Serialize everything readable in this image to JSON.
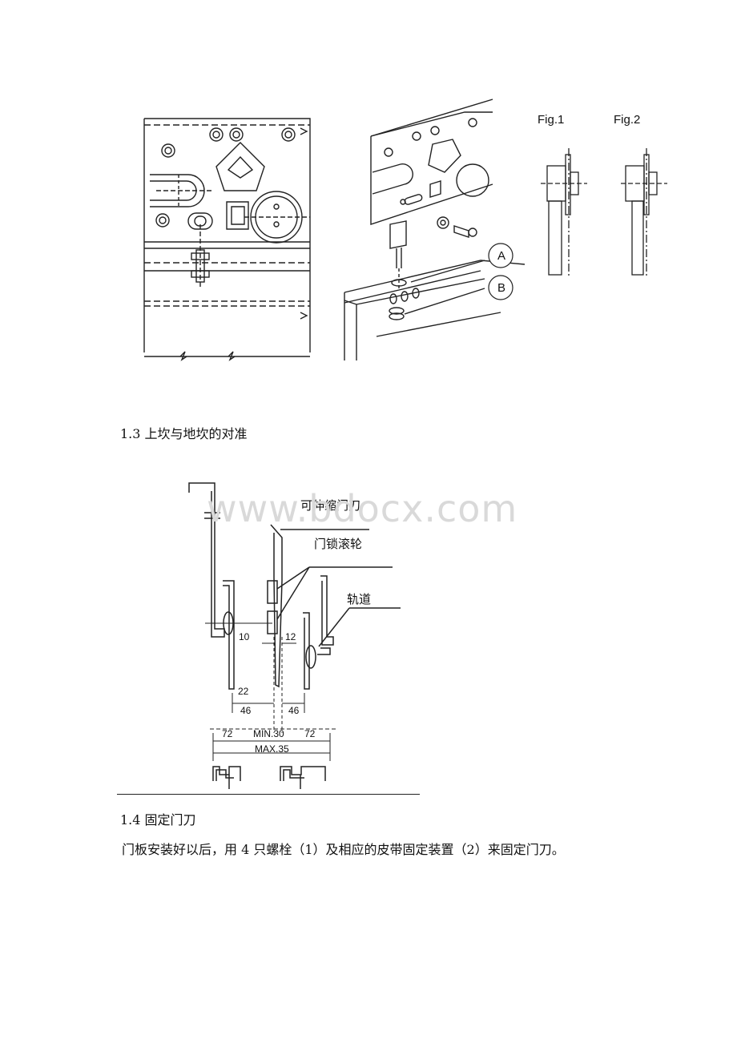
{
  "figure1": {
    "fig1_label": "Fig.1",
    "fig2_label": "Fig.2",
    "callout_a": "A",
    "callout_b": "B"
  },
  "section_1_3": {
    "heading": "1.3 上坎与地坎的对准"
  },
  "figure2": {
    "label_retractable_knife": "可伸缩门刀",
    "label_lock_roller": "门锁滚轮",
    "label_track": "轨道",
    "dim_10": "10",
    "dim_12": "12",
    "dim_22": "22",
    "dim_46_left": "46",
    "dim_46_right": "46",
    "dim_72_left": "72",
    "dim_72_right": "72",
    "dim_min": "MIN.30",
    "dim_max": "MAX.35"
  },
  "watermark": "www.bdocx.com",
  "section_1_4": {
    "heading": "1.4 固定门刀",
    "paragraph": "门板安装好以后，用 4 只螺栓（1）及相应的皮带固定装置（2）来固定门刀。"
  }
}
